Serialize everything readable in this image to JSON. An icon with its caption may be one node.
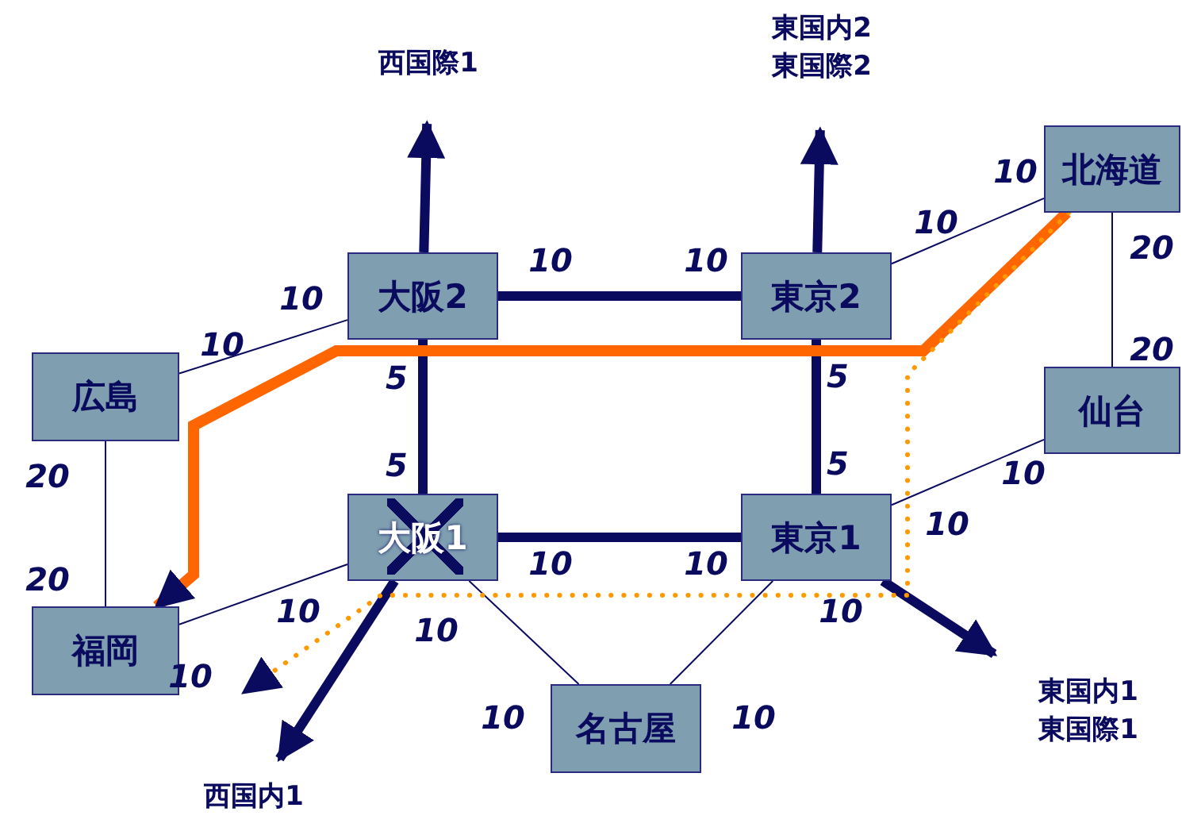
{
  "diagram": {
    "nodes": [
      {
        "text": [
          "広島"
        ]
      },
      {
        "text": [
          "大阪2"
        ]
      },
      {
        "text": [
          "東京2"
        ]
      },
      {
        "text": [
          "北海道"
        ]
      },
      {
        "text": [
          "仙台"
        ]
      },
      {
        "text": [
          "大阪1"
        ]
      },
      {
        "text": [
          "東京1"
        ]
      },
      {
        "text": [
          "福岡"
        ]
      },
      {
        "text": [
          "名古屋"
        ]
      },
      {
        "text": [
          "西国際1"
        ]
      },
      {
        "text": [
          "東国内2",
          "東国際2"
        ]
      },
      {
        "text": [
          "東国内1",
          "東国際1"
        ]
      },
      {
        "text": [
          "西国内1"
        ]
      }
    ],
    "edges": [
      {
        "from": 0,
        "to": 1,
        "arrow": "none"
      },
      {
        "from": 1,
        "to": 2,
        "arrow": "none",
        "style": "thick"
      },
      {
        "from": 1,
        "to": 5,
        "arrow": "none",
        "style": "thick"
      },
      {
        "from": 2,
        "to": 6,
        "arrow": "none",
        "style": "thick"
      },
      {
        "from": 5,
        "to": 6,
        "arrow": "none",
        "style": "thick"
      },
      {
        "from": 2,
        "to": 3,
        "arrow": "none"
      },
      {
        "from": 3,
        "to": 4,
        "arrow": "none"
      },
      {
        "from": 0,
        "to": 7,
        "arrow": "none"
      },
      {
        "from": 7,
        "to": 5,
        "arrow": "none"
      },
      {
        "from": 5,
        "to": 8,
        "arrow": "none"
      },
      {
        "from": 8,
        "to": 6,
        "arrow": "none"
      },
      {
        "from": 6,
        "to": 4,
        "arrow": "none"
      },
      {
        "from": 1,
        "to": 9,
        "arrow": "to",
        "style": "thick"
      },
      {
        "from": 2,
        "to": 10,
        "arrow": "to",
        "style": "thick"
      },
      {
        "from": 6,
        "to": 11,
        "arrow": "to",
        "style": "thick"
      },
      {
        "from": 5,
        "to": 12,
        "arrow": "to",
        "style": "thick"
      },
      {
        "from": 3,
        "to": 7,
        "arrow": "to",
        "style": "thick",
        "color": "#ff6600"
      },
      {
        "from": 3,
        "to": null,
        "arrow": "to",
        "style": "dashed",
        "color": "#ff9900"
      }
    ],
    "labels": [
      "10",
      "10",
      "10",
      "10",
      "10",
      "20",
      "10",
      "5",
      "5",
      "20",
      "20",
      "5",
      "5",
      "10",
      "10",
      "10",
      "10",
      "20",
      "10",
      "10",
      "10",
      "10",
      "10",
      "10"
    ]
  }
}
